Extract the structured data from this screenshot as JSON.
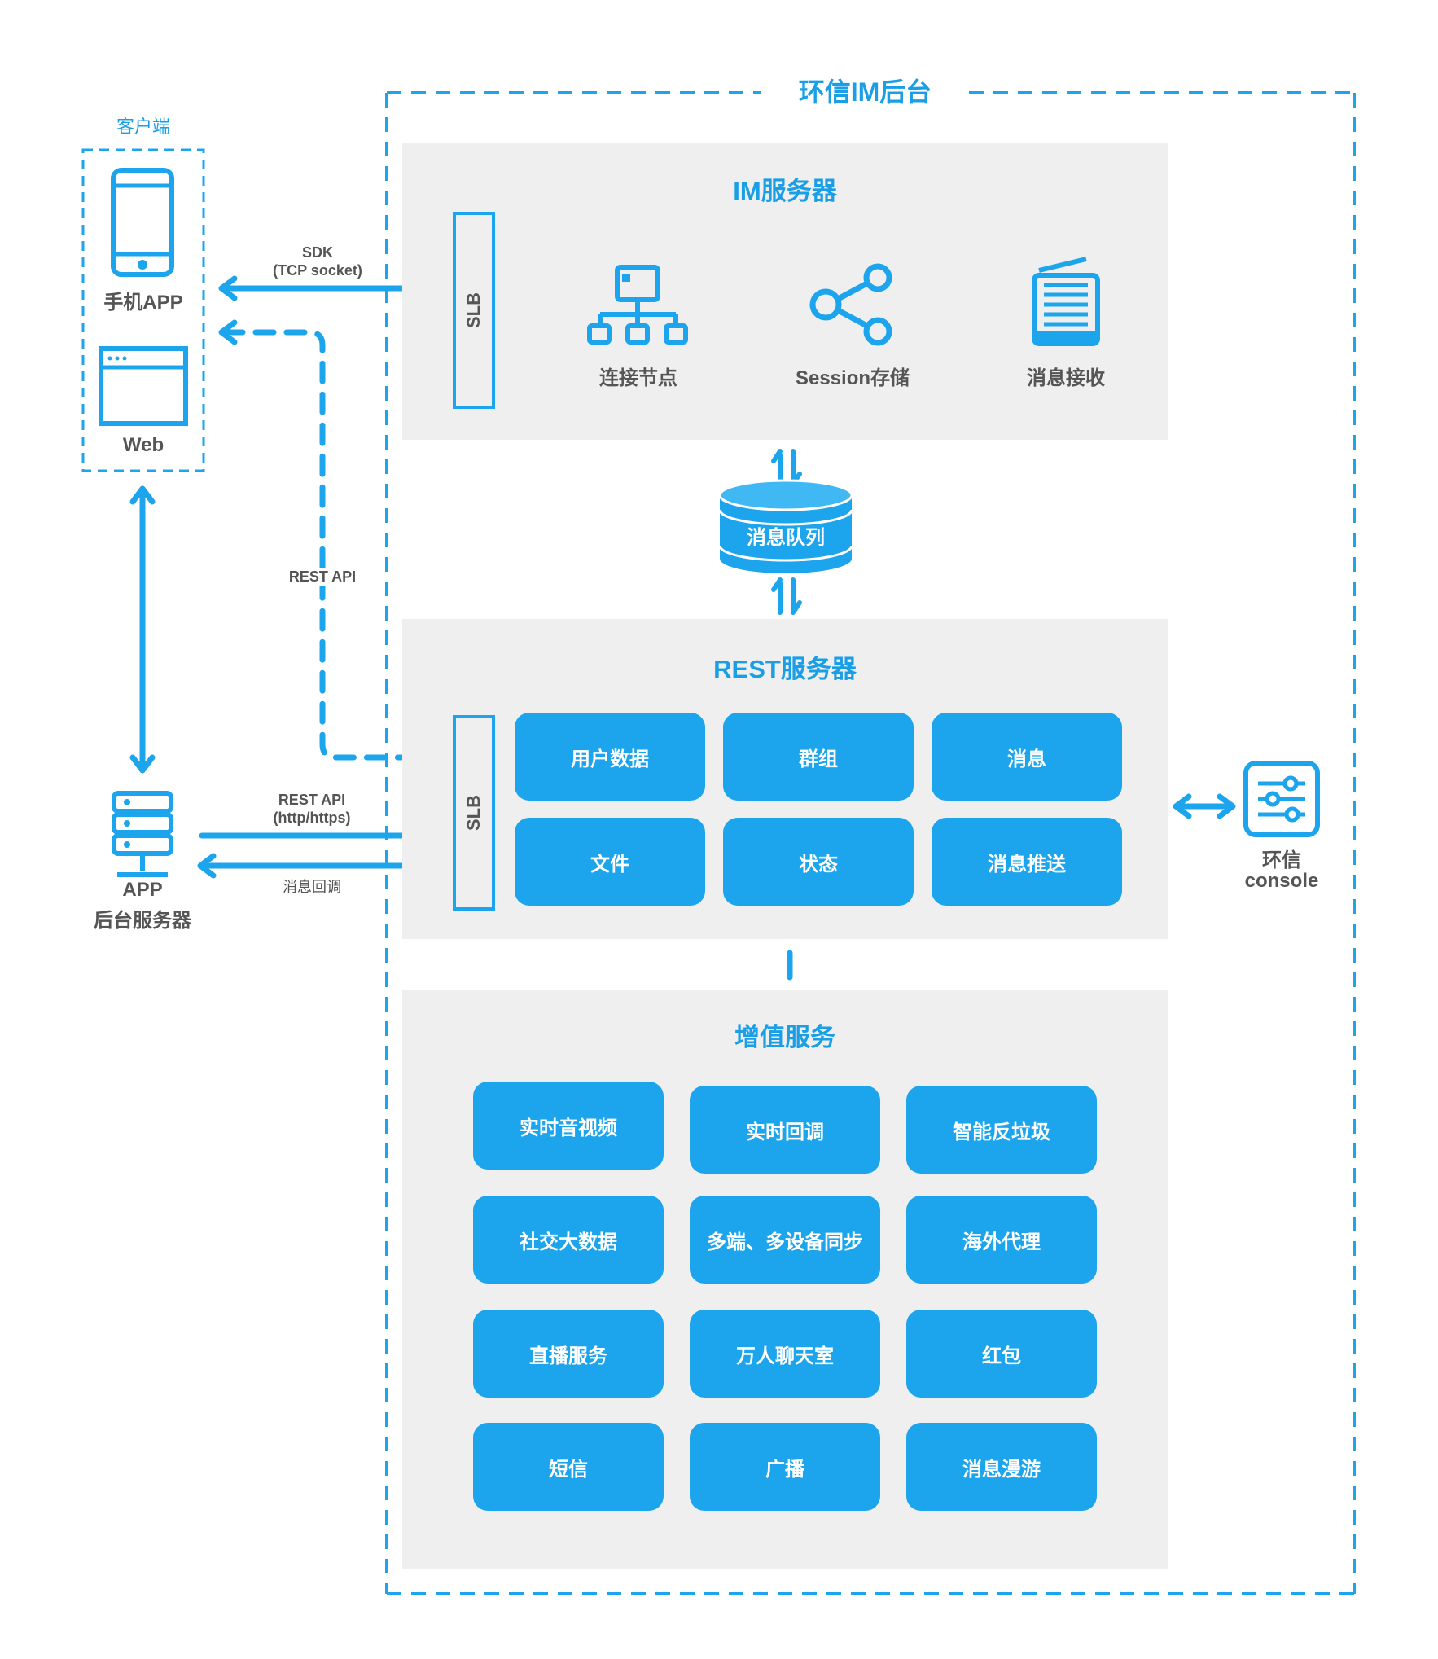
{
  "backend_title": "环信IM后台",
  "client": {
    "title": "客户端",
    "mobile_label": "手机APP",
    "web_label": "Web"
  },
  "app_server": {
    "line1": "APP",
    "line2": "后台服务器"
  },
  "edges": {
    "sdk_line1": "SDK",
    "sdk_line2": "(TCP socket)",
    "rest_api_dashed": "REST API",
    "rest_api_line1": "REST API",
    "rest_api_line2": "(http/https)",
    "callback": "消息回调"
  },
  "im_server": {
    "title": "IM服务器",
    "slb": "SLB",
    "items": [
      {
        "label": "连接节点",
        "icon": "network-nodes-icon"
      },
      {
        "label": "Session存储",
        "icon": "share-icon"
      },
      {
        "label": "消息接收",
        "icon": "message-stack-icon"
      }
    ]
  },
  "queue": {
    "label": "消息队列",
    "icon": "database-cylinder-icon"
  },
  "rest_server": {
    "title": "REST服务器",
    "slb": "SLB",
    "tiles": [
      "用户数据",
      "群组",
      "消息",
      "文件",
      "状态",
      "消息推送"
    ]
  },
  "console": {
    "line1": "环信",
    "line2": "console",
    "icon": "sliders-icon"
  },
  "value_added": {
    "title": "增值服务",
    "tiles": [
      "实时音视频",
      "实时回调",
      "智能反垃圾",
      "社交大数据",
      "多端、多设备同步",
      "海外代理",
      "直播服务",
      "万人聊天室",
      "红包",
      "短信",
      "广播",
      "消息漫游"
    ]
  },
  "colors": {
    "accent": "#1ca5ec",
    "title_blue": "#1a9fe6",
    "panel_bg": "#efefef",
    "text_gray": "#555555"
  }
}
